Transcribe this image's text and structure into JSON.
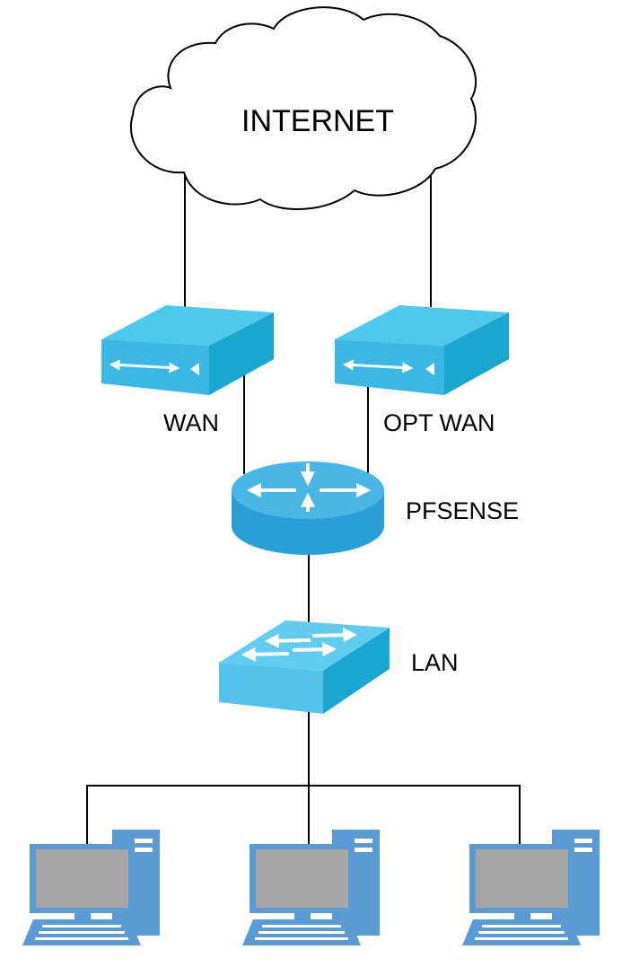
{
  "diagram": {
    "cloud_label": "INTERNET",
    "modem_left_label": "WAN",
    "modem_right_label": "OPT WAN",
    "router_label": "PFSENSE",
    "switch_label": "LAN"
  },
  "colors": {
    "device_top": "#4fc8ee",
    "device_front": "#3ab7e3",
    "device_side": "#1aa6d0",
    "router_top": "#4ab6e6",
    "router_side": "#2a9fd6",
    "computer_frame": "#5b9bd5",
    "computer_screen": "#a6a6a6",
    "line": "#000000"
  },
  "icons": [
    "cloud-icon",
    "modem-icon",
    "router-icon",
    "switch-icon",
    "desktop-computer-icon"
  ]
}
